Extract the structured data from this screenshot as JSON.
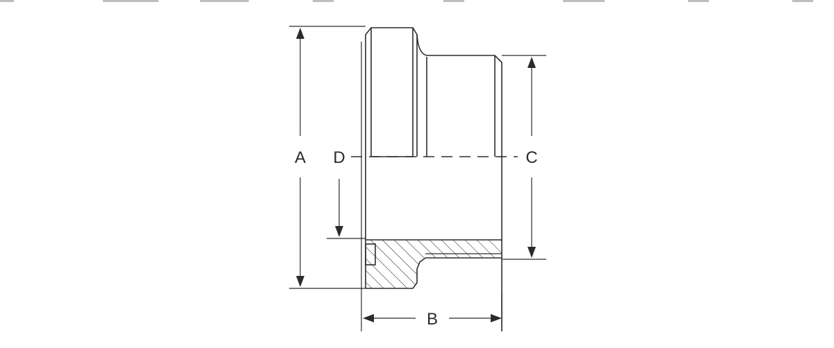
{
  "labels": {
    "a": "A",
    "b": "B",
    "c": "C",
    "d": "D"
  },
  "colors": {
    "line": "#2b2b2b",
    "background": "#ffffff"
  }
}
